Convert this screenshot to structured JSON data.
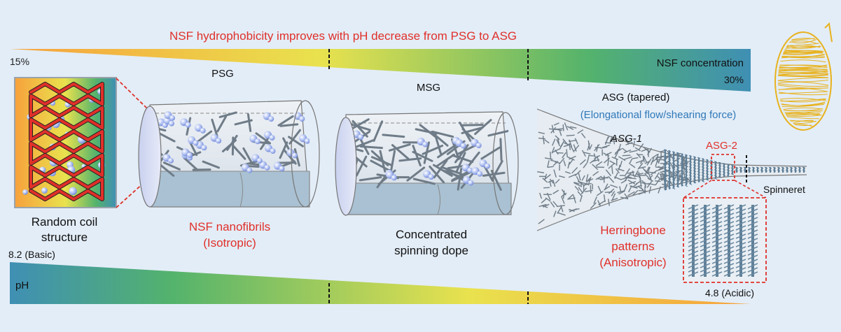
{
  "title": "NSF hydrophobicity improves with pH decrease from PSG to ASG",
  "concentration": {
    "start": "15%",
    "label": "NSF concentration",
    "end": "30%"
  },
  "regions": {
    "psg": "PSG",
    "msg": "MSG",
    "asg": "ASG (tapered)",
    "flow": "(Elongational flow/shearing force)",
    "asg1": "ASG-1",
    "asg2": "ASG-2",
    "spinneret": "Spinneret"
  },
  "captions": {
    "random_coil_1": "Random coil",
    "random_coil_2": "structure",
    "nanofibrils_1": "NSF nanofibrils",
    "nanofibrils_2": "(Isotropic)",
    "dope_1": "Concentrated",
    "dope_2": "spinning dope",
    "herring_1": "Herringbone",
    "herring_2": "patterns",
    "herring_3": "(Anisotropic)"
  },
  "ph": {
    "label": "pH",
    "start": "8.2 (Basic)",
    "end": "4.8 (Acidic)"
  },
  "colors": {
    "background": "#e3edf7",
    "red_text": "#e0302a",
    "blue_text": "#2f78b8",
    "gradient_orange": "#f7a13c",
    "gradient_yellow": "#e9e24e",
    "gradient_green": "#54b36c",
    "gradient_blue": "#3f8fb4",
    "fibril": "#6f7c88",
    "vessel_fill": "#dfe6ee",
    "vessel_bottom": "#a9c1d2"
  }
}
